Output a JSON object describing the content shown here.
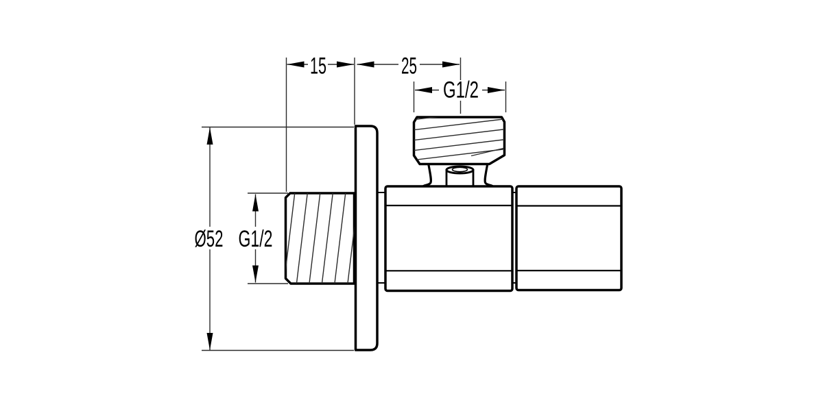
{
  "page": {
    "background": "#ffffff",
    "line_color": "#000000",
    "kind": "technical-dimension-drawing",
    "subject": "angle valve side elevation"
  },
  "dimensions": {
    "flange_depth": "15",
    "handle_offset": "25",
    "top_thread": "G1/2",
    "flange_diameter": "Ø52",
    "inlet_thread": "G1/2"
  }
}
